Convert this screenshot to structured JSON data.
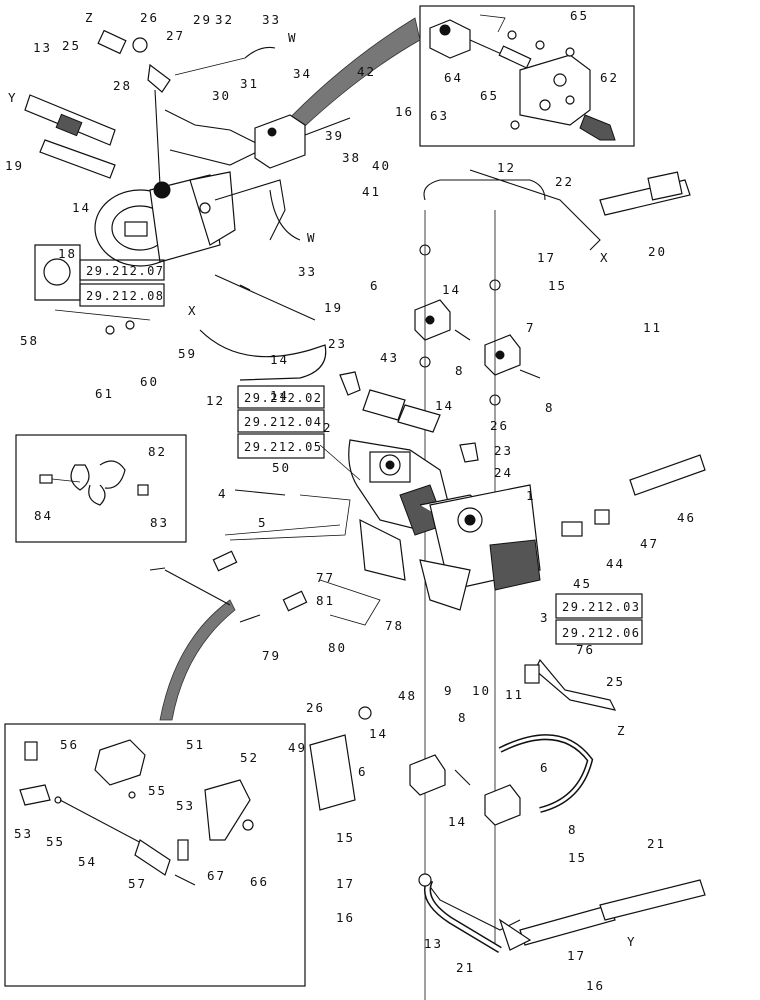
{
  "callouts": {
    "c1": "1",
    "c2": "2",
    "c3": "3",
    "c4": "4",
    "c5": "5",
    "c6a": "6",
    "c6b": "6",
    "c6c": "6",
    "c7": "7",
    "c8a": "8",
    "c8b": "8",
    "c8c": "8",
    "c8d": "8",
    "c9": "9",
    "c10": "10",
    "c11a": "11",
    "c11b": "11",
    "c12a": "12",
    "c12b": "12",
    "c13a": "13",
    "c13b": "13",
    "c14a": "14",
    "c14b": "14",
    "c14c": "14",
    "c14d": "14",
    "c14e": "14",
    "c14f": "14",
    "c14g": "14",
    "c15a": "15",
    "c15b": "15",
    "c15c": "15",
    "c16a": "16",
    "c16b": "16",
    "c16c": "16",
    "c17a": "17",
    "c17b": "17",
    "c17c": "17",
    "c18": "18",
    "c19a": "19",
    "c19b": "19",
    "c20": "20",
    "c21a": "21",
    "c21b": "21",
    "c22": "22",
    "c23a": "23",
    "c23b": "23",
    "c24": "24",
    "c25a": "25",
    "c25b": "25",
    "c26a": "26",
    "c26b": "26",
    "c26c": "26",
    "c27": "27",
    "c28": "28",
    "c29": "29",
    "c30": "30",
    "c31": "31",
    "c32": "32",
    "c33a": "33",
    "c33b": "33",
    "c34": "34",
    "c38": "38",
    "c39": "39",
    "c40": "40",
    "c41": "41",
    "c42": "42",
    "c43": "43",
    "c44": "44",
    "c45": "45",
    "c46": "46",
    "c47": "47",
    "c48": "48",
    "c49": "49",
    "c50": "50",
    "c51": "51",
    "c52": "52",
    "c53a": "53",
    "c53b": "53",
    "c54": "54",
    "c55a": "55",
    "c55b": "55",
    "c56": "56",
    "c57": "57",
    "c58": "58",
    "c59": "59",
    "c60": "60",
    "c61": "61",
    "c62": "62",
    "c63": "63",
    "c64": "64",
    "c65a": "65",
    "c65b": "65",
    "c66": "66",
    "c67": "67",
    "c76": "76",
    "c77": "77",
    "c78": "78",
    "c79": "79",
    "c80": "80",
    "c81": "81",
    "c82": "82",
    "c83": "83",
    "c84": "84",
    "lW1": "W",
    "lW2": "W",
    "lX1": "X",
    "lX2": "X",
    "lY1": "Y",
    "lY2": "Y",
    "lZ1": "Z",
    "lZ2": "Z"
  },
  "refs": {
    "r1": "29.212.07",
    "r2": "29.212.08",
    "r3": "29.212.02",
    "r4": "29.212.04",
    "r5": "29.212.05",
    "r6": "29.212.03",
    "r7": "29.212.06"
  }
}
